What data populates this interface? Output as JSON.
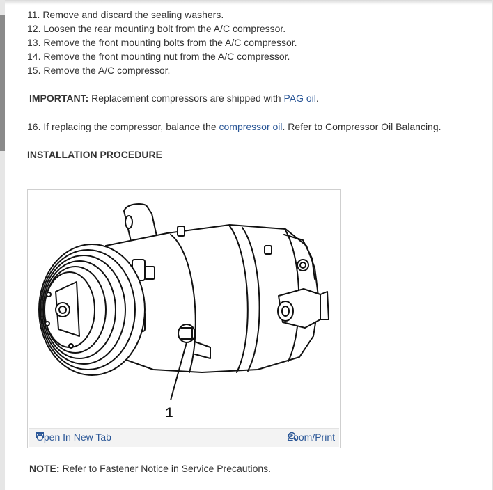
{
  "steps": [
    "11. Remove and discard the sealing washers.",
    "12. Loosen the rear mounting bolt from the A/C compressor.",
    "13. Remove the front mounting bolts from the A/C compressor.",
    "14. Remove the front mounting nut from the A/C compressor.",
    "15. Remove the A/C compressor."
  ],
  "important": {
    "label": "IMPORTANT:",
    "text": " Replacement compressors are shipped with ",
    "link": "PAG oil",
    "end": "."
  },
  "step16": {
    "text": "16. If replacing the compressor, balance the ",
    "link": "compressor oil",
    "end": ". Refer to Compressor Oil Balancing."
  },
  "section_heading": "INSTALLATION PROCEDURE",
  "figure": {
    "callout": "1",
    "open_label": "Open In New Tab",
    "zoom_label": "Zoom/Print"
  },
  "note": {
    "label": "NOTE:",
    "text": " Refer to Fastener Notice in Service Precautions."
  }
}
